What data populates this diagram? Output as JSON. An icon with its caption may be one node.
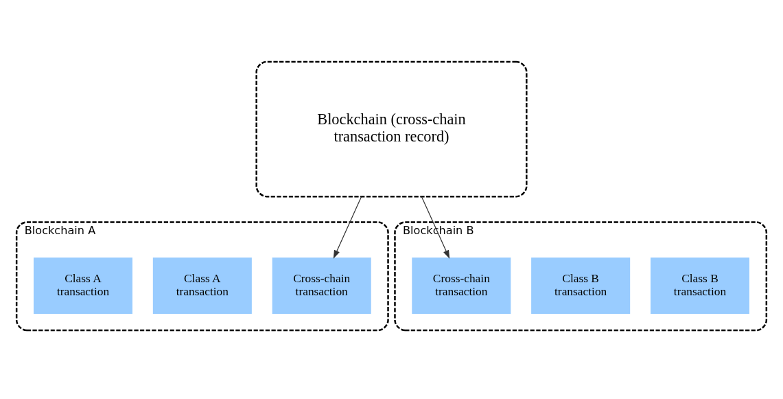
{
  "diagram": {
    "nodes": [
      {
        "text": [
          "Blockchain (cross-chain transaction record)"
        ]
      },
      {
        "text": [
          "Blockchain A"
        ]
      },
      {
        "text": [
          "Class A transaction"
        ],
        "in": 1
      },
      {
        "text": [
          "Class A transaction"
        ],
        "in": 1
      },
      {
        "text": [
          "Cross-chain transaction"
        ],
        "in": 1
      },
      {
        "text": [
          "Blockchain B"
        ]
      },
      {
        "text": [
          "Cross-chain transaction"
        ],
        "in": 5
      },
      {
        "text": [
          "Class B transaction"
        ],
        "in": 5
      },
      {
        "text": [
          "Class B transaction"
        ],
        "in": 5
      }
    ],
    "edges": [
      {
        "from": 0,
        "to": 4,
        "arrow": "to"
      },
      {
        "from": 0,
        "to": 6,
        "arrow": "to"
      }
    ]
  }
}
